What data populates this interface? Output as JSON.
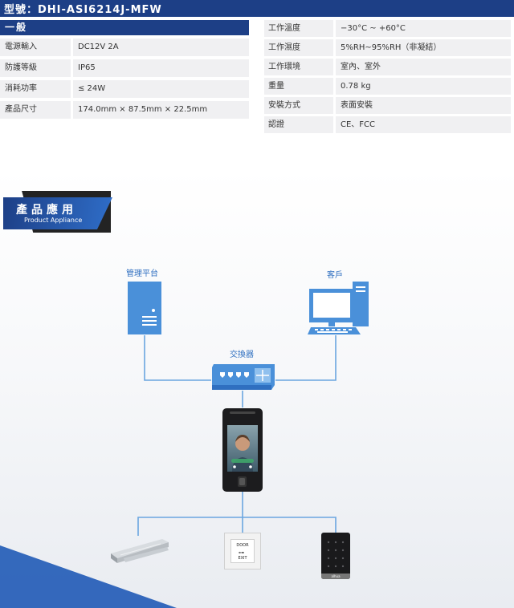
{
  "model": {
    "label": "型號：DHI-ASI6214J-MFW"
  },
  "general": {
    "section_title": "一般",
    "rows": [
      {
        "key": "電源輸入",
        "value": "DC12V 2A"
      },
      {
        "key": "防護等級",
        "value": "IP65"
      },
      {
        "key": "消耗功率",
        "value": "≤ 24W"
      },
      {
        "key": "產品尺寸",
        "value": "174.0mm × 87.5mm × 22.5mm"
      }
    ]
  },
  "environment": {
    "rows": [
      {
        "key": "工作溫度",
        "value": "−30°C ~ +60°C"
      },
      {
        "key": "工作濕度",
        "value": "5%RH~95%RH（非凝結）"
      },
      {
        "key": "工作環境",
        "value": "室內、室外"
      },
      {
        "key": "重量",
        "value": "0.78 kg"
      },
      {
        "key": "安裝方式",
        "value": "表面安裝"
      },
      {
        "key": "認證",
        "value": "CE、FCC"
      }
    ]
  },
  "application": {
    "title": "產品應用",
    "subtitle": "Product Appliance",
    "server_label": "管理平台",
    "client_label": "客戶",
    "switch_label": "交換器",
    "exit_button": {
      "line1": "DOOR",
      "line2": "EXIT"
    },
    "reader_brand": "alhua"
  },
  "colors": {
    "accent": "#1d3f86",
    "diagram_blue": "#4a90d9",
    "line": "#6aa6e0"
  }
}
